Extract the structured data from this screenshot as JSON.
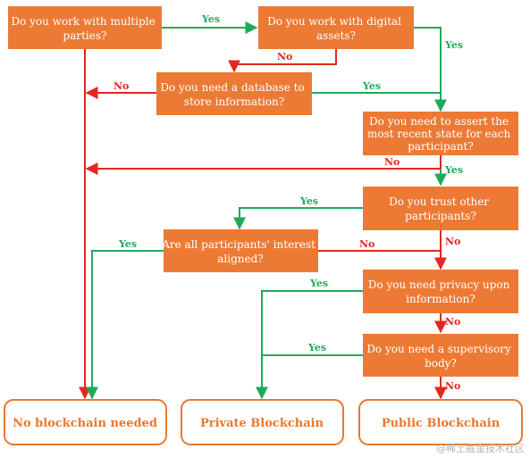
{
  "colors": {
    "node_fill": "#ec7a35",
    "node_text": "#ffffff",
    "yes_edge": "#1faa5a",
    "no_edge": "#e3271f",
    "outcome_border": "#e8782f",
    "outcome_text": "#e8782f"
  },
  "edge_labels": {
    "yes": "Yes",
    "no": "No"
  },
  "nodes": {
    "q1": [
      "Do you work with multiple",
      "parties?"
    ],
    "q2": [
      "Do you work with digital",
      "assets?"
    ],
    "q3": [
      "Do you need a database to",
      "store information?"
    ],
    "q4": [
      "Do you need to assert the",
      "most recent state for each",
      "participant?"
    ],
    "q5": [
      "Do you trust other",
      "participants?"
    ],
    "q6": [
      "Are all participants' interest",
      "aligned?"
    ],
    "q7": [
      "Do you need privacy upon",
      "information?"
    ],
    "q8": [
      "Do you need a supervisory",
      "body?"
    ]
  },
  "outcomes": {
    "none": "No blockchain needed",
    "private": "Private Blockchain",
    "public": "Public Blockchain"
  },
  "watermark": "@稀土掘金技术社区"
}
